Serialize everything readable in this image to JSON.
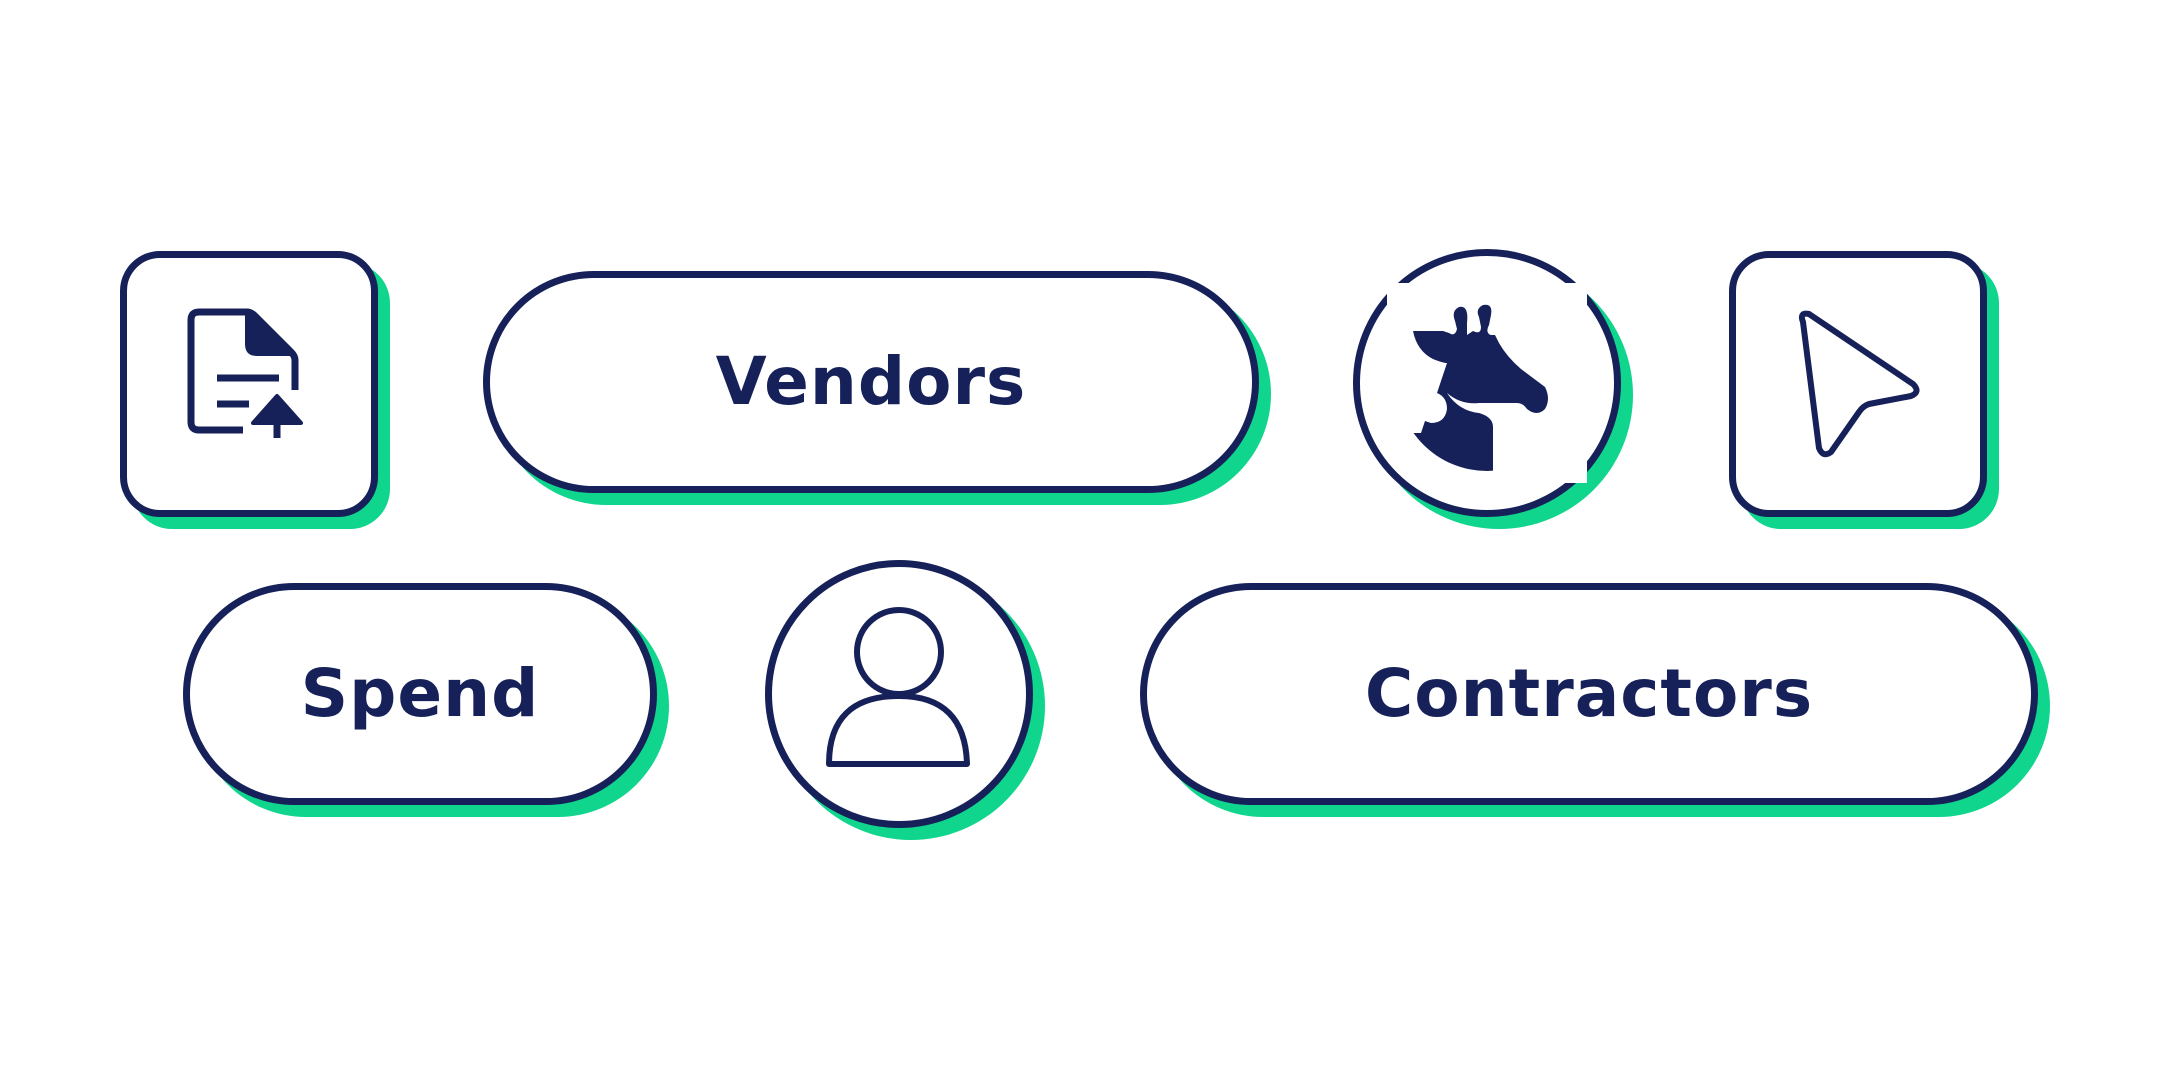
{
  "colors": {
    "outline": "#16215a",
    "shadow": "#10d58d",
    "background": "#ffffff"
  },
  "buttons": {
    "vendors": {
      "label": "Vendors"
    },
    "spend": {
      "label": "Spend"
    },
    "contractors": {
      "label": "Contractors"
    }
  },
  "icons": {
    "document_upload": "document-upload-icon",
    "giraffe_logo": "giraffe-logo-icon",
    "cursor": "cursor-pointer-icon",
    "user": "user-profile-icon"
  }
}
